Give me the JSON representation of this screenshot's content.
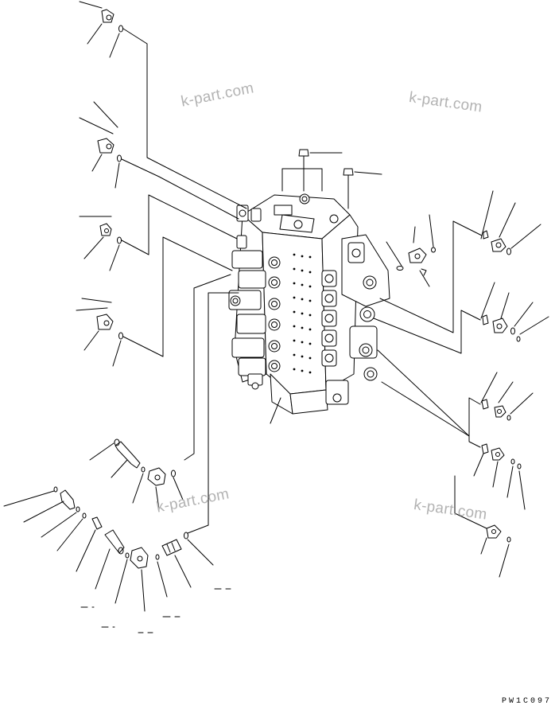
{
  "diagram": {
    "watermarks": [
      "k-part.com",
      "k-part.com",
      "k-part.com",
      "k-part.com"
    ],
    "drawing_code": "PW1C097",
    "line_color": "#000000",
    "watermark_color": "#b3b3b3"
  }
}
